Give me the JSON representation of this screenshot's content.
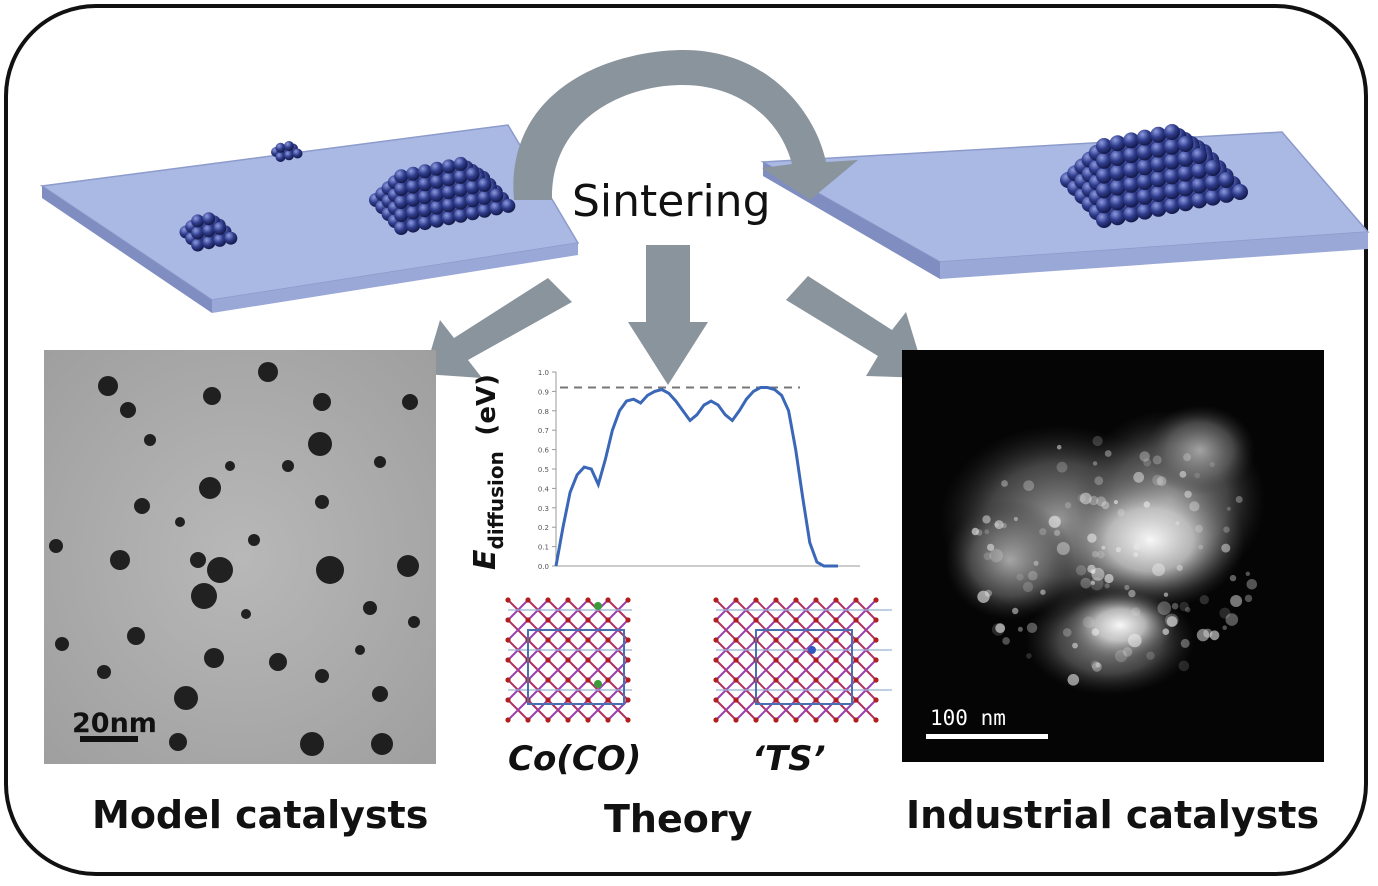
{
  "diagram": {
    "center_label": "Sintering",
    "captions": {
      "model": "Model catalysts",
      "theory": "Theory",
      "industrial": "Industrial catalysts"
    },
    "scale_bars": {
      "model": "20nm",
      "industrial": "100 nm"
    },
    "structure_labels": {
      "initial": "Co(CO)",
      "transition": "‘TS’"
    },
    "colors": {
      "substrate": "#a7b6e2",
      "particle": "#2f3c8c",
      "arrow": "#8a949d",
      "curve": "#3a67b8",
      "frame": "#111111"
    }
  },
  "chart_data": {
    "type": "line",
    "title": "",
    "xlabel": "",
    "ylabel": "E_diffusion (eV)",
    "ylabel_main": "E",
    "ylabel_sub": "diffusion",
    "ylabel_unit": "(eV)",
    "ylim": [
      0,
      1.0
    ],
    "yticks": [
      "0.0",
      "0.1",
      "0.2",
      "0.3",
      "0.4",
      "0.5",
      "0.6",
      "0.7",
      "0.8",
      "0.9",
      "1.0"
    ],
    "reference_line": 0.92,
    "grid": false,
    "series": [
      {
        "x": [
          0,
          1,
          2,
          3,
          4,
          5,
          6,
          7,
          8,
          9,
          10,
          11,
          12,
          13,
          14,
          15,
          16,
          17,
          18,
          19,
          20,
          21,
          22,
          23,
          24,
          25,
          26,
          27,
          28,
          29,
          30,
          31,
          32,
          33,
          34,
          35,
          36,
          37,
          38,
          39,
          40
        ],
        "values": [
          0.0,
          0.2,
          0.38,
          0.47,
          0.51,
          0.5,
          0.42,
          0.55,
          0.7,
          0.8,
          0.85,
          0.86,
          0.84,
          0.88,
          0.9,
          0.91,
          0.89,
          0.85,
          0.8,
          0.75,
          0.78,
          0.83,
          0.85,
          0.83,
          0.78,
          0.75,
          0.8,
          0.86,
          0.9,
          0.92,
          0.92,
          0.91,
          0.88,
          0.8,
          0.6,
          0.35,
          0.12,
          0.02,
          0.0,
          0.0,
          0.0
        ]
      }
    ]
  }
}
